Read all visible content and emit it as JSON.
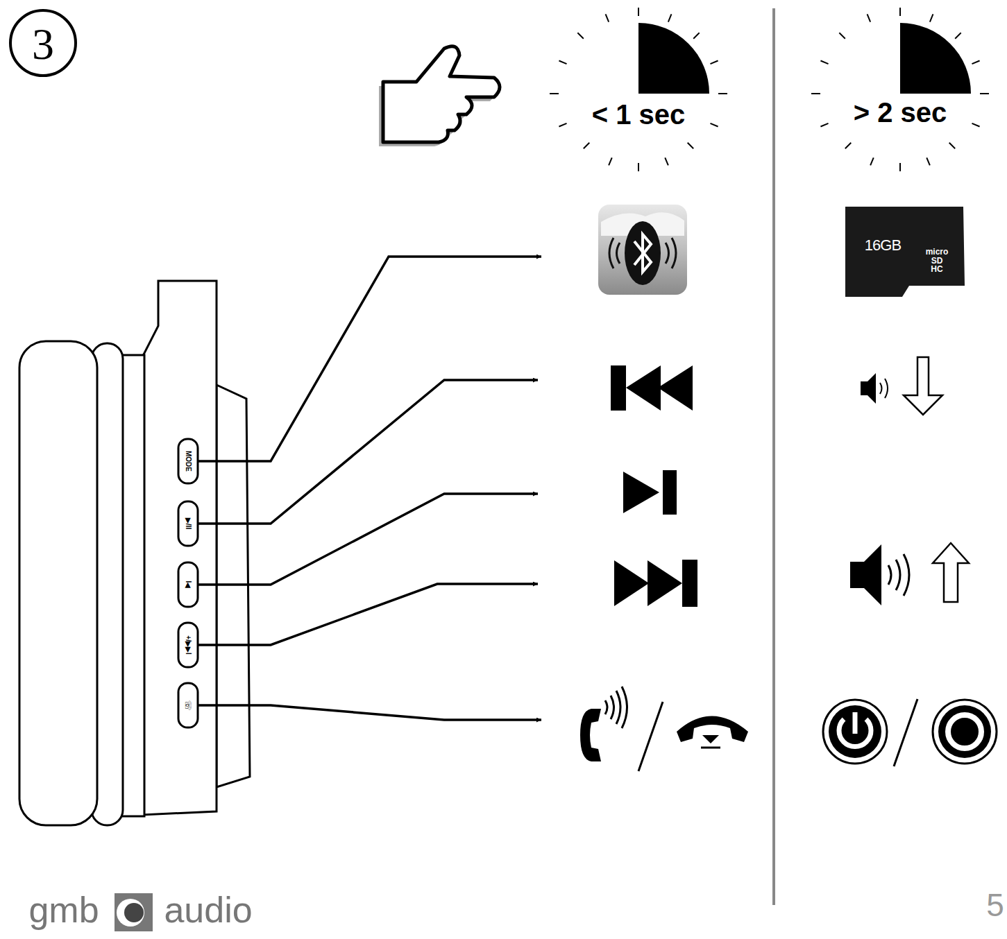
{
  "diagram": {
    "labels": [
      "3",
      "< 1 sec",
      "> 2 sec",
      "16GB",
      "micro SD HC",
      "MODE",
      "▶/II",
      "I◀",
      "+/▶▶I",
      "☏",
      "gmb",
      "audio",
      "5"
    ]
  }
}
